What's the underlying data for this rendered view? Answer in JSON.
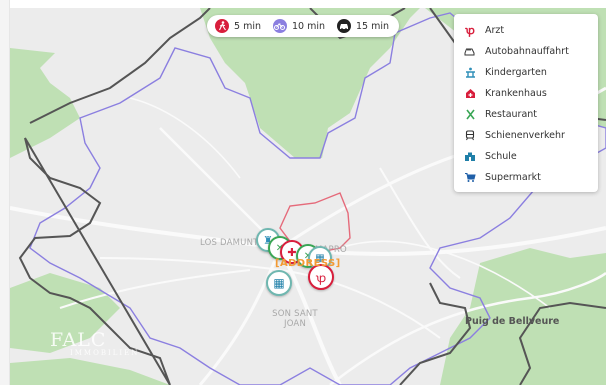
{
  "travel_modes": [
    {
      "label": "5 min",
      "icon": "walking-person-icon",
      "color": "#d81e3c"
    },
    {
      "label": "10 min",
      "icon": "bicycle-icon",
      "color": "#8b7fe0"
    },
    {
      "label": "15 min",
      "icon": "car-icon",
      "color": "#222222"
    }
  ],
  "poi_legend": [
    {
      "label": "Arzt",
      "icon": "stethoscope-icon",
      "color": "#d81e3c"
    },
    {
      "label": "Autobahnauffahrt",
      "icon": "highway-car-icon",
      "color": "#333333"
    },
    {
      "label": "Kindergarten",
      "icon": "kindergarten-icon",
      "color": "#2f8fb8"
    },
    {
      "label": "Krankenhaus",
      "icon": "hospital-icon",
      "color": "#d81e3c"
    },
    {
      "label": "Restaurant",
      "icon": "cutlery-icon",
      "color": "#3aa655"
    },
    {
      "label": "Schienenverkehr",
      "icon": "train-icon",
      "color": "#333333"
    },
    {
      "label": "Schule",
      "icon": "school-icon",
      "color": "#1f7fa8"
    },
    {
      "label": "Supermarkt",
      "icon": "shopping-cart-icon",
      "color": "#1f5fa8"
    }
  ],
  "map": {
    "place_labels": [
      "LOS DAMUNT",
      "MAPRÓ",
      "SON SANT JOAN"
    ],
    "peak_label": "Puig de Bellveure",
    "address_marker_text": "[ADDRESS]",
    "watermark": {
      "big": "FALC",
      "small": "IMMOBILIEN"
    }
  },
  "colors": {
    "walk": "#d81e3c",
    "bike": "#8b7fe0",
    "car": "#444444",
    "forest": "#bfe0b4",
    "map_bg": "#ececec"
  }
}
